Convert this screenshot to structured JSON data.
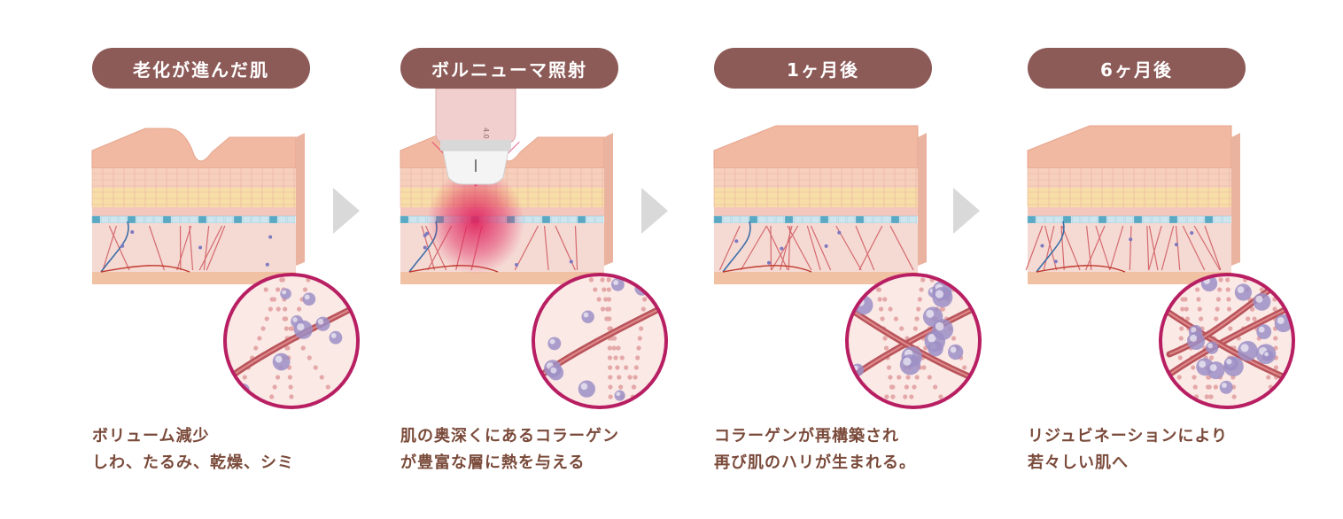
{
  "stages": [
    {
      "label": "老化が進んだ肌",
      "caption": [
        "ボリューム減少",
        "しわ、たるみ、乾燥、シミ"
      ],
      "wrinkle": true,
      "device": false,
      "heat": false,
      "fibers": 1,
      "density": "low"
    },
    {
      "label": "ボルニューマ照射",
      "caption": [
        "肌の奥深くにあるコラーゲン",
        "が豊富な層に熱を与える"
      ],
      "wrinkle": true,
      "device": true,
      "heat": true,
      "fibers": 1,
      "density": "low"
    },
    {
      "label": "1ヶ月後",
      "caption": [
        "コラーゲンが再構築され",
        "再び肌のハリが生まれる。"
      ],
      "wrinkle": false,
      "device": false,
      "heat": false,
      "fibers": 2,
      "density": "medium"
    },
    {
      "label": "6ヶ月後",
      "caption": [
        "リジュビネーションにより",
        "若々しい肌へ"
      ],
      "wrinkle": false,
      "device": false,
      "heat": false,
      "fibers": 3,
      "density": "high"
    }
  ],
  "device_label": "4.0",
  "colors": {
    "pill": "#8c5a57",
    "caption_text": "#7a4a3a",
    "arrow": "#d9d9d9",
    "skin_top": "#f1b9a2",
    "skin_side": "#f6d0bd",
    "fat_layer": "#f7dea7",
    "basal_layer": "#5aa9c4",
    "dermis": "#f5d9d3",
    "collagen": "#d46a6e",
    "magnifier_ring": "#b81f63",
    "cells": "#9c8fc6",
    "heat": "#e0245e"
  }
}
